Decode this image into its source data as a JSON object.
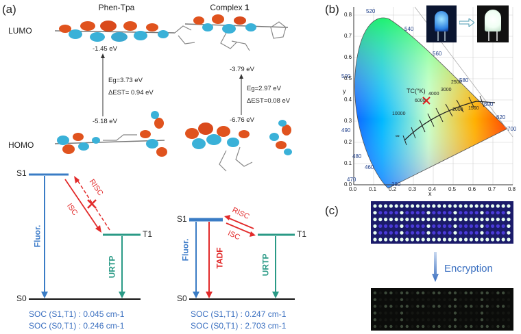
{
  "panels": {
    "a": "(a)",
    "b": "(b)",
    "c": "(c)"
  },
  "molecules": {
    "left_title": "Phen-Tpa",
    "right_title_prefix": "Complex ",
    "right_title_num": "1",
    "lumo_label": "LUMO",
    "homo_label": "HOMO",
    "left": {
      "lumo": "-1.45 eV",
      "homo": "-5.18 eV",
      "eg": "Eg=3.73 eV",
      "dest": "ΔEST= 0.94 eV"
    },
    "right": {
      "lumo": "-3.79 eV",
      "homo": "-6.76 eV",
      "eg": "Eg=2.97 eV",
      "dest": "ΔEST=0.08 eV"
    }
  },
  "jablonski": {
    "left": {
      "s1": "S1",
      "t1": "T1",
      "s0": "S0",
      "fluor": "Fluor.",
      "risc": "RISC",
      "isc": "ISC",
      "urtp": "URTP",
      "soc1": "SOC (S1,T1) : 0.045 cm-1",
      "soc2": "SOC (S0,T1) : 0.246 cm-1"
    },
    "right": {
      "s1": "S1",
      "t1": "T1",
      "s0": "S0",
      "fluor": "Fluor.",
      "tadf": "TADF",
      "risc": "RISC",
      "isc": "ISC",
      "urtp": "URTP",
      "soc1": "SOC (S1,T1) : 0.247 cm-1",
      "soc2": "SOC (S0,T1) : 2.703 cm-1"
    }
  },
  "cie": {
    "xlabel": "x",
    "ylabel": "y",
    "x_ticks": [
      "0.0",
      "0.1",
      "0.2",
      "0.3",
      "0.4",
      "0.5",
      "0.6",
      "0.7",
      "0.8"
    ],
    "y_ticks": [
      "0.0",
      "0.1",
      "0.2",
      "0.3",
      "0.4",
      "0.5",
      "0.6",
      "0.7",
      "0.8"
    ],
    "wavelengths": [
      "380",
      "460",
      "470",
      "480",
      "490",
      "500",
      "520",
      "540",
      "560",
      "580",
      "600",
      "620",
      "700"
    ],
    "tc_label": "TC(°K)",
    "temps": [
      "10000",
      "6000",
      "4000",
      "3000",
      "2500",
      "2000",
      "1500",
      "∞"
    ],
    "point": {
      "x": 0.35,
      "y": 0.36,
      "color": "#e02020"
    }
  },
  "encryption_label": "Encryption"
}
